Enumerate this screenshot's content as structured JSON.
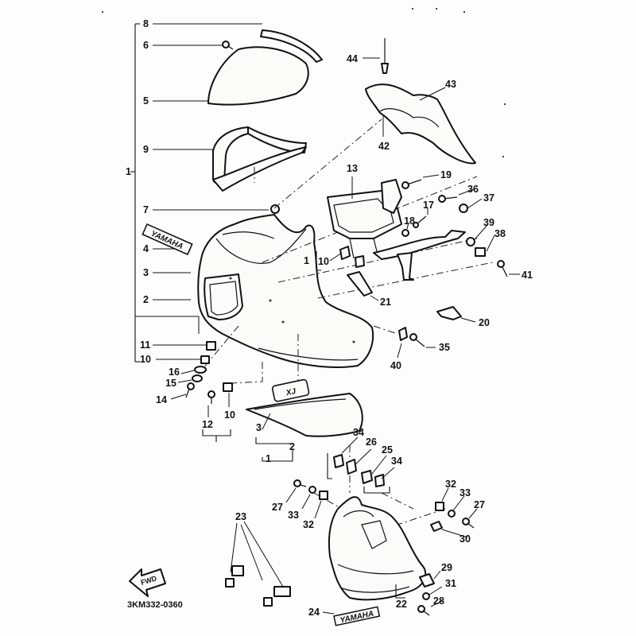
{
  "diagram": {
    "code": "3KM332-0360",
    "fwd_label": "FWD",
    "logo_texts": {
      "upper_emblem": "YAMAHA",
      "lower_emblem": "YAMAHA",
      "side_badge": "XJ"
    },
    "callouts": {
      "n8": "8",
      "n6": "6",
      "n5": "5",
      "n9": "9",
      "n1": "1",
      "n7": "7",
      "n4": "4",
      "n3": "3",
      "n2": "2",
      "n11": "11",
      "n10a": "10",
      "n16": "16",
      "n15": "15",
      "n14": "14",
      "n12": "12",
      "n10b": "10",
      "n44": "44",
      "n43": "43",
      "n42": "42",
      "n13": "13",
      "n19": "19",
      "n36": "36",
      "n37": "37",
      "n17": "17",
      "n18": "18",
      "n39": "39",
      "n38": "38",
      "n1b": "1",
      "n10c": "10",
      "n41": "41",
      "n21": "21",
      "n20": "20",
      "n35": "35",
      "n40": "40",
      "n3b": "3",
      "n2b": "2",
      "n1c": "1",
      "n34a": "34",
      "n26": "26",
      "n25": "25",
      "n34b": "34",
      "n27a": "27",
      "n33a": "33",
      "n32a": "32",
      "n32b": "32",
      "n33b": "33",
      "n27b": "27",
      "n30": "30",
      "n23": "23",
      "n29": "29",
      "n31": "31",
      "n22": "22",
      "n28": "28",
      "n24": "24"
    }
  }
}
